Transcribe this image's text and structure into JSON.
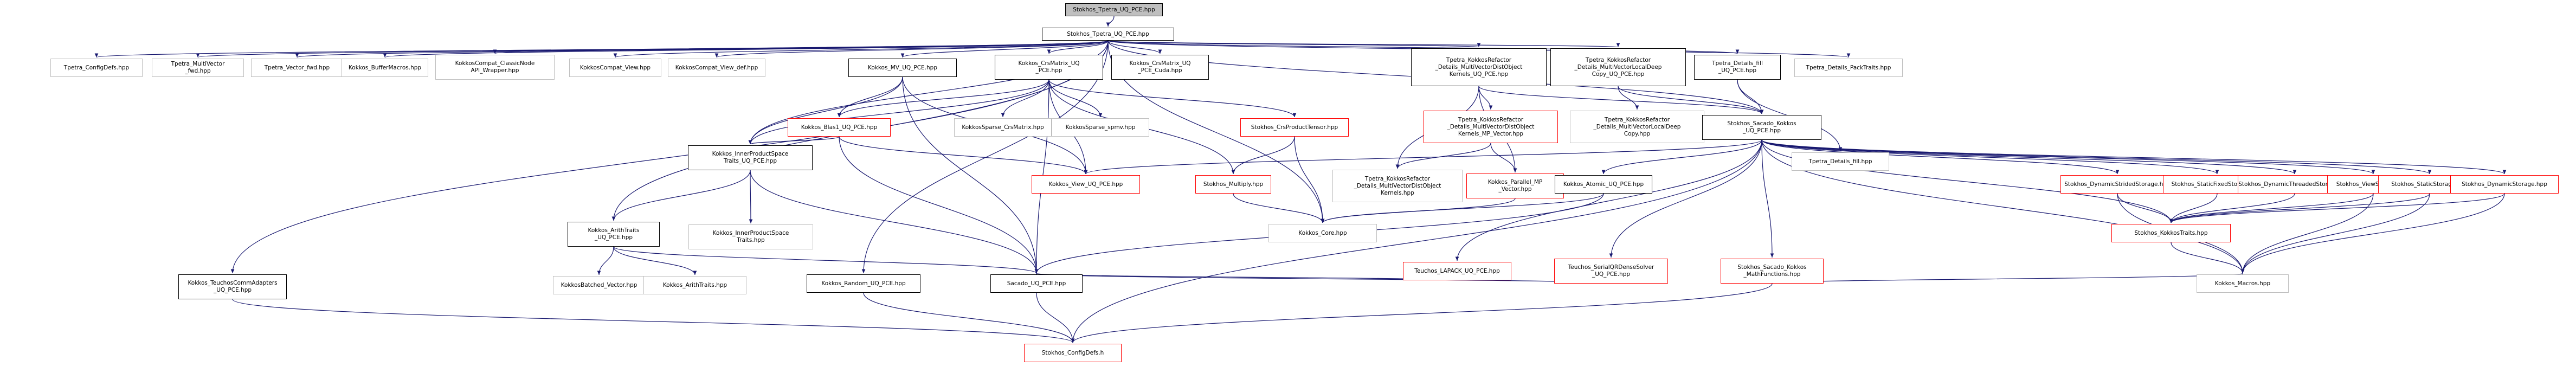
{
  "root": "Stokhos_Tpetra_UQ_PCE.hpp",
  "nodes": {
    "n00": {
      "label": "Stokhos_Tpetra_UQ_PCE.hpp",
      "style": "root"
    },
    "n01": {
      "label": "Stokhos_Tpetra_UQ_PCE.hpp",
      "style": "black"
    },
    "n02": {
      "label": "Tpetra_ConfigDefs.hpp",
      "style": "grey"
    },
    "n03": {
      "label": "Tpetra_MultiVector\n_fwd.hpp",
      "style": "grey"
    },
    "n04": {
      "label": "Tpetra_Vector_fwd.hpp",
      "style": "grey"
    },
    "n05": {
      "label": "Kokkos_BufferMacros.hpp",
      "style": "grey"
    },
    "n06": {
      "label": "KokkosCompat_ClassicNode\nAPI_Wrapper.hpp",
      "style": "grey"
    },
    "n07": {
      "label": "KokkosCompat_View.hpp",
      "style": "grey"
    },
    "n08": {
      "label": "KokkosCompat_View_def.hpp",
      "style": "grey"
    },
    "n09": {
      "label": "Kokkos_MV_UQ_PCE.hpp",
      "style": "black"
    },
    "n10": {
      "label": "Kokkos_CrsMatrix_UQ\n_PCE.hpp",
      "style": "black"
    },
    "n11": {
      "label": "Kokkos_CrsMatrix_UQ\n_PCE_Cuda.hpp",
      "style": "black"
    },
    "n12": {
      "label": "Tpetra_KokkosRefactor\n_Details_MultiVectorDistObject\nKernels_UQ_PCE.hpp",
      "style": "black"
    },
    "n13": {
      "label": "Tpetra_KokkosRefactor\n_Details_MultiVectorLocalDeep\nCopy_UQ_PCE.hpp",
      "style": "black"
    },
    "n14": {
      "label": "Tpetra_Details_fill\n_UQ_PCE.hpp",
      "style": "black"
    },
    "n15": {
      "label": "Tpetra_Details_PackTraits.hpp",
      "style": "grey"
    },
    "n16": {
      "label": "Kokkos_Blas1_UQ_PCE.hpp",
      "style": "red"
    },
    "n17": {
      "label": "KokkosSparse_CrsMatrix.hpp",
      "style": "grey"
    },
    "n18": {
      "label": "KokkosSparse_spmv.hpp",
      "style": "grey"
    },
    "n19": {
      "label": "Stokhos_CrsProductTensor.hpp",
      "style": "red"
    },
    "n20": {
      "label": "Tpetra_KokkosRefactor\n_Details_MultiVectorDistObject\nKernels_MP_Vector.hpp",
      "style": "red"
    },
    "n21": {
      "label": "Tpetra_KokkosRefactor\n_Details_MultiVectorLocalDeep\nCopy.hpp",
      "style": "grey"
    },
    "n22": {
      "label": "Stokhos_Sacado_Kokkos\n_UQ_PCE.hpp",
      "style": "black"
    },
    "n23": {
      "label": "Tpetra_Details_fill.hpp",
      "style": "grey"
    },
    "n24": {
      "label": "Kokkos_InnerProductSpace\nTraits_UQ_PCE.hpp",
      "style": "black"
    },
    "n25": {
      "label": "Kokkos_View_UQ_PCE.hpp",
      "style": "red"
    },
    "n26": {
      "label": "Stokhos_Multiply.hpp",
      "style": "red"
    },
    "n27": {
      "label": "Tpetra_KokkosRefactor\n_Details_MultiVectorDistObject\nKernels.hpp",
      "style": "grey"
    },
    "n28": {
      "label": "Kokkos_Parallel_MP\n_Vector.hpp",
      "style": "red"
    },
    "n29": {
      "label": "Kokkos_Atomic_UQ_PCE.hpp",
      "style": "black"
    },
    "n30": {
      "label": "Kokkos_InnerProductSpace\nTraits.hpp",
      "style": "grey"
    },
    "n31": {
      "label": "Kokkos_ArithTraits\n_UQ_PCE.hpp",
      "style": "black"
    },
    "n32": {
      "label": "Kokkos_Core.hpp",
      "style": "grey"
    },
    "n33": {
      "label": "Teuchos_LAPACK_UQ_PCE.hpp",
      "style": "red"
    },
    "n34": {
      "label": "Teuchos_SerialQRDenseSolver\n_UQ_PCE.hpp",
      "style": "red"
    },
    "n35": {
      "label": "Stokhos_Sacado_Kokkos\n_MathFunctions.hpp",
      "style": "red"
    },
    "n36": {
      "label": "Stokhos_DynamicStridedStorage.hpp",
      "style": "red"
    },
    "n37": {
      "label": "Stokhos_StaticFixedStorage.hpp",
      "style": "red"
    },
    "n38": {
      "label": "Stokhos_DynamicThreadedStorage.hpp",
      "style": "red"
    },
    "n39": {
      "label": "Stokhos_ViewStorage.hpp",
      "style": "red"
    },
    "n40": {
      "label": "Stokhos_StaticStorage.hpp",
      "style": "red"
    },
    "n41": {
      "label": "Stokhos_DynamicStorage.hpp",
      "style": "red"
    },
    "n42": {
      "label": "Stokhos_KokkosTraits.hpp",
      "style": "red"
    },
    "n43": {
      "label": "KokkosBatched_Vector.hpp",
      "style": "grey"
    },
    "n44": {
      "label": "Kokkos_ArithTraits.hpp",
      "style": "grey"
    },
    "n45": {
      "label": "Kokkos_Random_UQ_PCE.hpp",
      "style": "black"
    },
    "n46": {
      "label": "Sacado_UQ_PCE.hpp",
      "style": "black"
    },
    "n47": {
      "label": "Kokkos_Macros.hpp",
      "style": "grey"
    },
    "n48": {
      "label": "Kokkos_TeuchosCommAdapters\n_UQ_PCE.hpp",
      "style": "black"
    },
    "n49": {
      "label": "Stokhos_ConfigDefs.h",
      "style": "red"
    }
  },
  "edges": [
    [
      "n00",
      "n01"
    ],
    [
      "n01",
      "n02"
    ],
    [
      "n01",
      "n03"
    ],
    [
      "n01",
      "n04"
    ],
    [
      "n01",
      "n05"
    ],
    [
      "n01",
      "n06"
    ],
    [
      "n01",
      "n07"
    ],
    [
      "n01",
      "n08"
    ],
    [
      "n01",
      "n09"
    ],
    [
      "n01",
      "n10"
    ],
    [
      "n01",
      "n11"
    ],
    [
      "n01",
      "n12"
    ],
    [
      "n01",
      "n13"
    ],
    [
      "n01",
      "n14"
    ],
    [
      "n01",
      "n15"
    ],
    [
      "n01",
      "n22"
    ],
    [
      "n01",
      "n24"
    ],
    [
      "n01",
      "n31"
    ],
    [
      "n01",
      "n45"
    ],
    [
      "n01",
      "n48"
    ],
    [
      "n01",
      "n32"
    ],
    [
      "n09",
      "n16"
    ],
    [
      "n09",
      "n24"
    ],
    [
      "n09",
      "n25"
    ],
    [
      "n09",
      "n46"
    ],
    [
      "n10",
      "n16"
    ],
    [
      "n10",
      "n17"
    ],
    [
      "n10",
      "n18"
    ],
    [
      "n10",
      "n19"
    ],
    [
      "n10",
      "n24"
    ],
    [
      "n10",
      "n25"
    ],
    [
      "n10",
      "n26"
    ],
    [
      "n10",
      "n46"
    ],
    [
      "n12",
      "n20"
    ],
    [
      "n12",
      "n27"
    ],
    [
      "n12",
      "n28"
    ],
    [
      "n12",
      "n22"
    ],
    [
      "n13",
      "n21"
    ],
    [
      "n13",
      "n22"
    ],
    [
      "n14",
      "n22"
    ],
    [
      "n14",
      "n23"
    ],
    [
      "n16",
      "n24"
    ],
    [
      "n16",
      "n25"
    ],
    [
      "n16",
      "n46"
    ],
    [
      "n19",
      "n26"
    ],
    [
      "n19",
      "n32"
    ],
    [
      "n20",
      "n27"
    ],
    [
      "n20",
      "n28"
    ],
    [
      "n22",
      "n25"
    ],
    [
      "n22",
      "n29"
    ],
    [
      "n22",
      "n33"
    ],
    [
      "n22",
      "n34"
    ],
    [
      "n22",
      "n35"
    ],
    [
      "n22",
      "n36"
    ],
    [
      "n22",
      "n37"
    ],
    [
      "n22",
      "n38"
    ],
    [
      "n22",
      "n39"
    ],
    [
      "n22",
      "n40"
    ],
    [
      "n22",
      "n41"
    ],
    [
      "n22",
      "n42"
    ],
    [
      "n22",
      "n47"
    ],
    [
      "n22",
      "n49"
    ],
    [
      "n24",
      "n30"
    ],
    [
      "n24",
      "n31"
    ],
    [
      "n24",
      "n46"
    ],
    [
      "n26",
      "n32"
    ],
    [
      "n28",
      "n32"
    ],
    [
      "n29",
      "n32"
    ],
    [
      "n29",
      "n46"
    ],
    [
      "n31",
      "n43"
    ],
    [
      "n31",
      "n44"
    ],
    [
      "n31",
      "n46"
    ],
    [
      "n33",
      "n46"
    ],
    [
      "n34",
      "n46"
    ],
    [
      "n35",
      "n47"
    ],
    [
      "n35",
      "n49"
    ],
    [
      "n36",
      "n42"
    ],
    [
      "n36",
      "n47"
    ],
    [
      "n37",
      "n42"
    ],
    [
      "n38",
      "n42"
    ],
    [
      "n39",
      "n42"
    ],
    [
      "n39",
      "n47"
    ],
    [
      "n40",
      "n42"
    ],
    [
      "n40",
      "n47"
    ],
    [
      "n41",
      "n42"
    ],
    [
      "n41",
      "n47"
    ],
    [
      "n42",
      "n47"
    ],
    [
      "n45",
      "n49"
    ],
    [
      "n46",
      "n49"
    ],
    [
      "n48",
      "n49"
    ]
  ],
  "colors": {
    "root_fill": "#bfbfbf",
    "edge": "#191970",
    "red_border": "#ff0000",
    "grey_border": "#bfbfbf"
  }
}
